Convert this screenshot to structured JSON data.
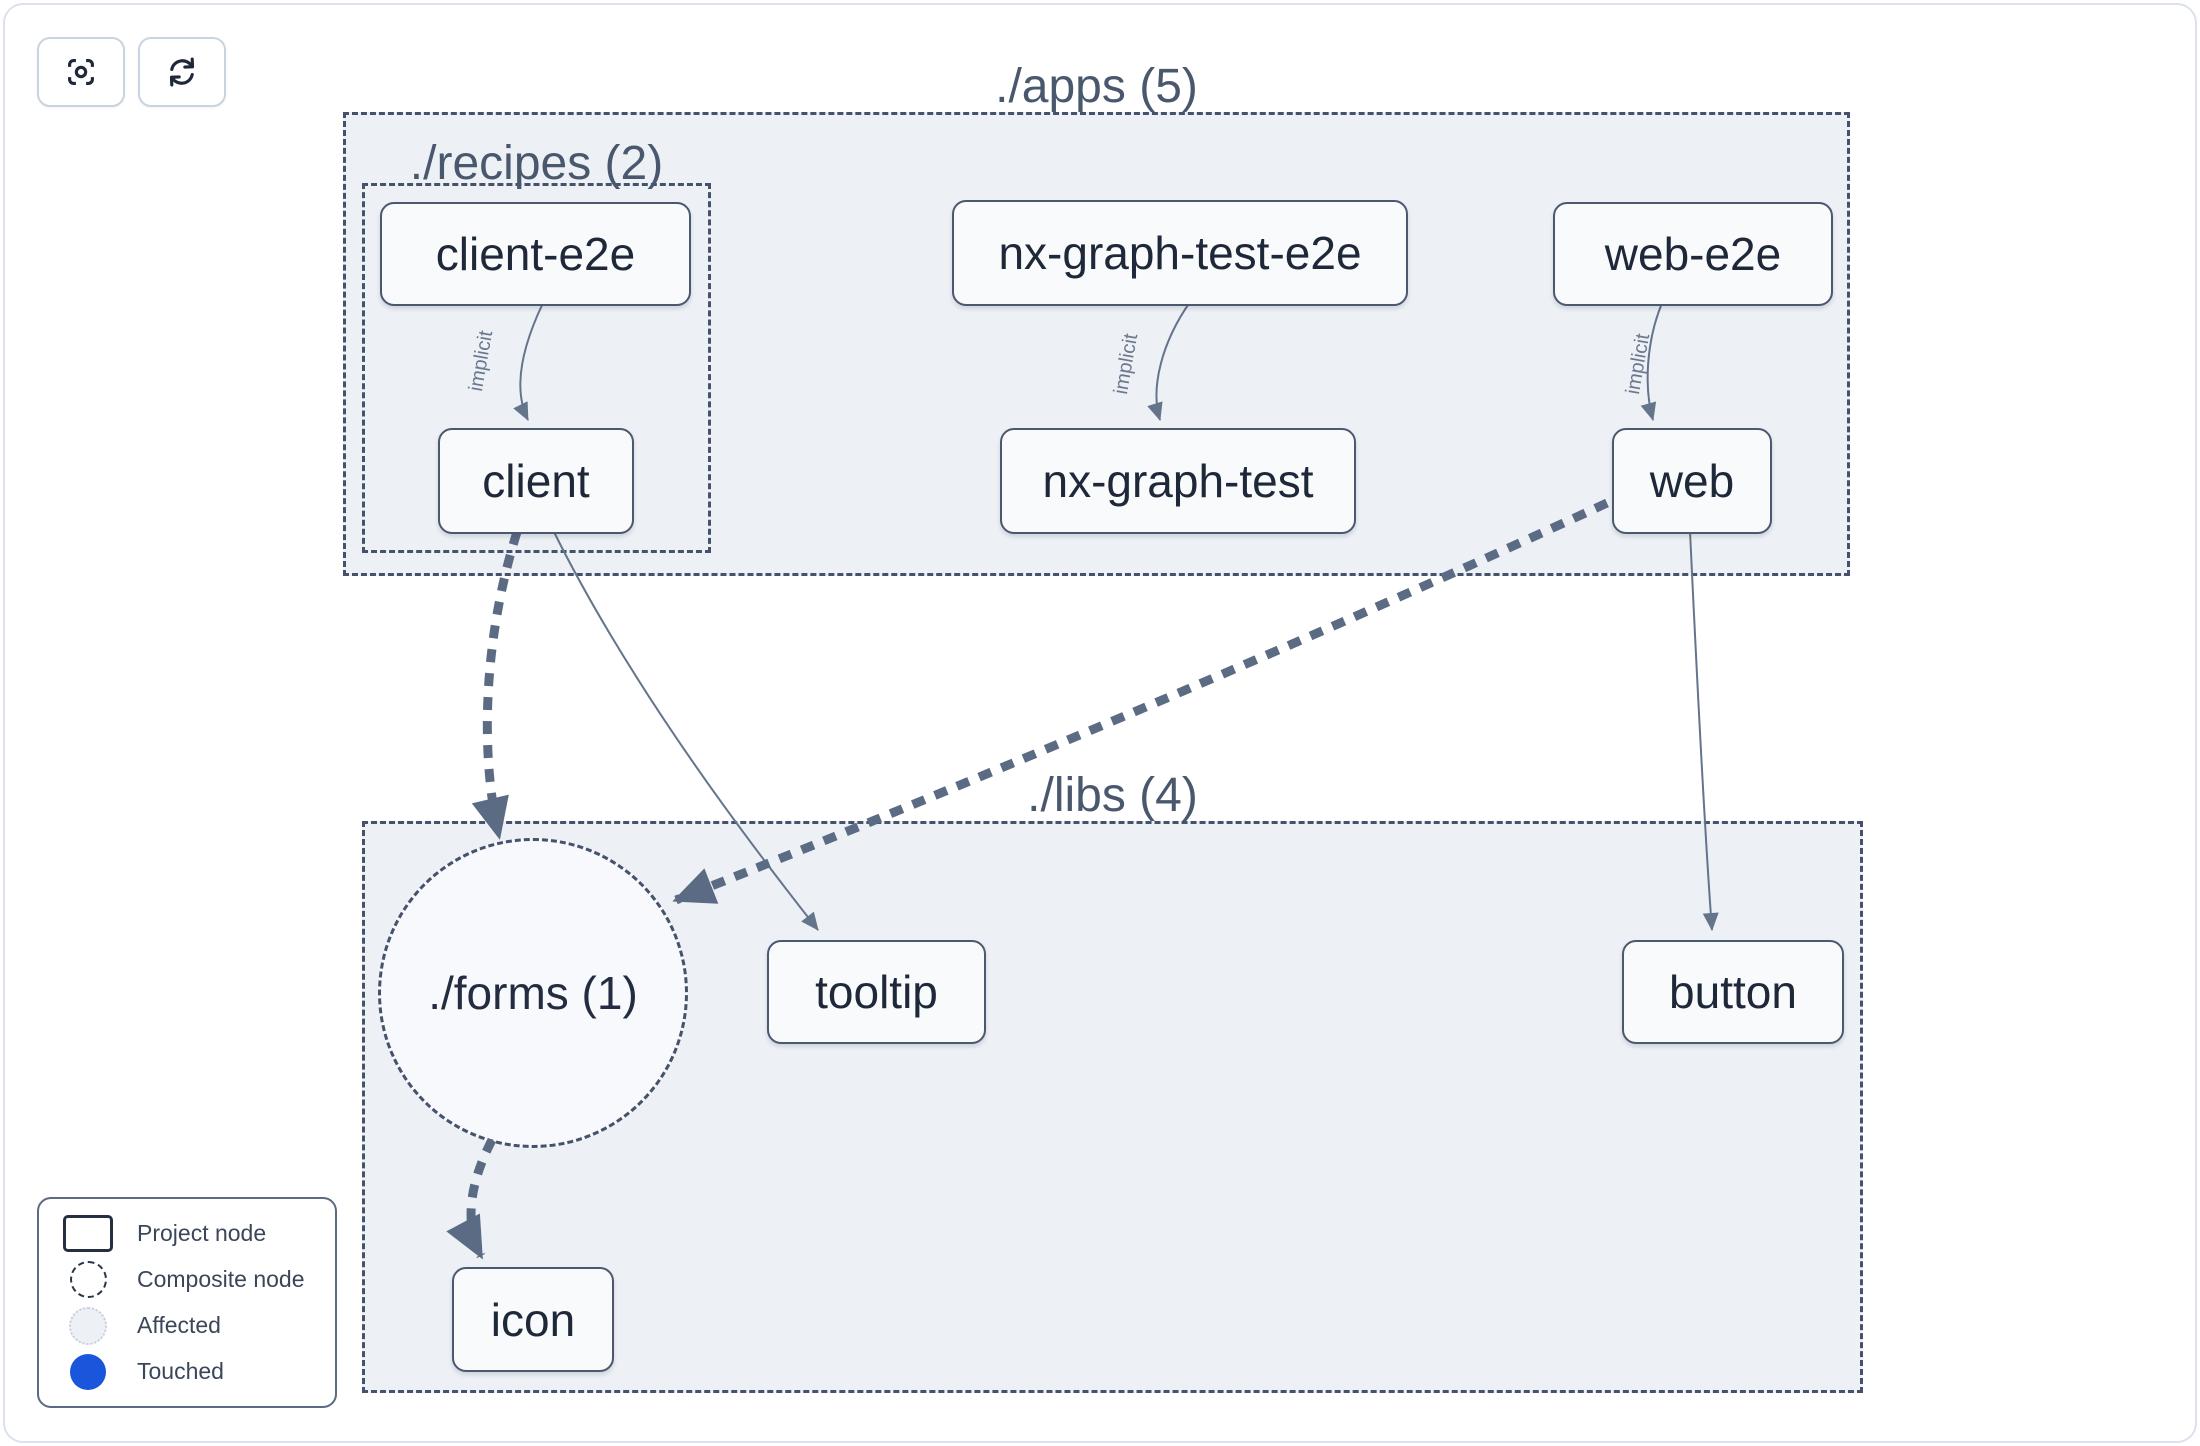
{
  "toolbar": {
    "focus_button_icon": "scan-focus-icon",
    "refresh_button_icon": "refresh-icon"
  },
  "groups": {
    "apps": {
      "label": "./apps (5)"
    },
    "recipes": {
      "label": "./recipes (2)"
    },
    "libs": {
      "label": "./libs (4)"
    },
    "forms": {
      "label": "./forms (1)"
    }
  },
  "nodes": {
    "client-e2e": {
      "label": "client-e2e"
    },
    "nx-graph-test-e2e": {
      "label": "nx-graph-test-e2e"
    },
    "web-e2e": {
      "label": "web-e2e"
    },
    "client": {
      "label": "client"
    },
    "nx-graph-test": {
      "label": "nx-graph-test"
    },
    "web": {
      "label": "web"
    },
    "tooltip": {
      "label": "tooltip"
    },
    "button": {
      "label": "button"
    },
    "icon": {
      "label": "icon"
    }
  },
  "edges": {
    "client-e2e_client": {
      "from": "client-e2e",
      "to": "client",
      "label": "implicit",
      "style": "implicit"
    },
    "nxe2e_nx": {
      "from": "nx-graph-test-e2e",
      "to": "nx-graph-test",
      "label": "implicit",
      "style": "implicit"
    },
    "web-e2e_web": {
      "from": "web-e2e",
      "to": "web",
      "label": "implicit",
      "style": "implicit"
    },
    "client_tooltip": {
      "from": "client",
      "to": "tooltip",
      "style": "solid-thin"
    },
    "web_button": {
      "from": "web",
      "to": "button",
      "style": "solid-thin"
    },
    "client_forms": {
      "from": "client",
      "to": "./forms",
      "style": "thick-dashed"
    },
    "web_forms": {
      "from": "web",
      "to": "./forms",
      "style": "thick-dashed"
    },
    "forms_icon": {
      "from": "./forms",
      "to": "icon",
      "style": "thick-dashed"
    }
  },
  "legend": {
    "items": [
      {
        "swatch": "project-node-swatch",
        "label": "Project node"
      },
      {
        "swatch": "composite-node-swatch",
        "label": "Composite node"
      },
      {
        "swatch": "affected-swatch",
        "label": "Affected"
      },
      {
        "swatch": "touched-swatch",
        "label": "Touched"
      }
    ]
  },
  "colors": {
    "container_fill": "#edf1f6",
    "node_fill": "#f8fafc",
    "dashed_border": "#45526b",
    "edge_thin": "#64748b",
    "edge_thick": "#5c6b84",
    "touched_blue": "#1a56db",
    "frame_border": "#dbe2ee"
  }
}
